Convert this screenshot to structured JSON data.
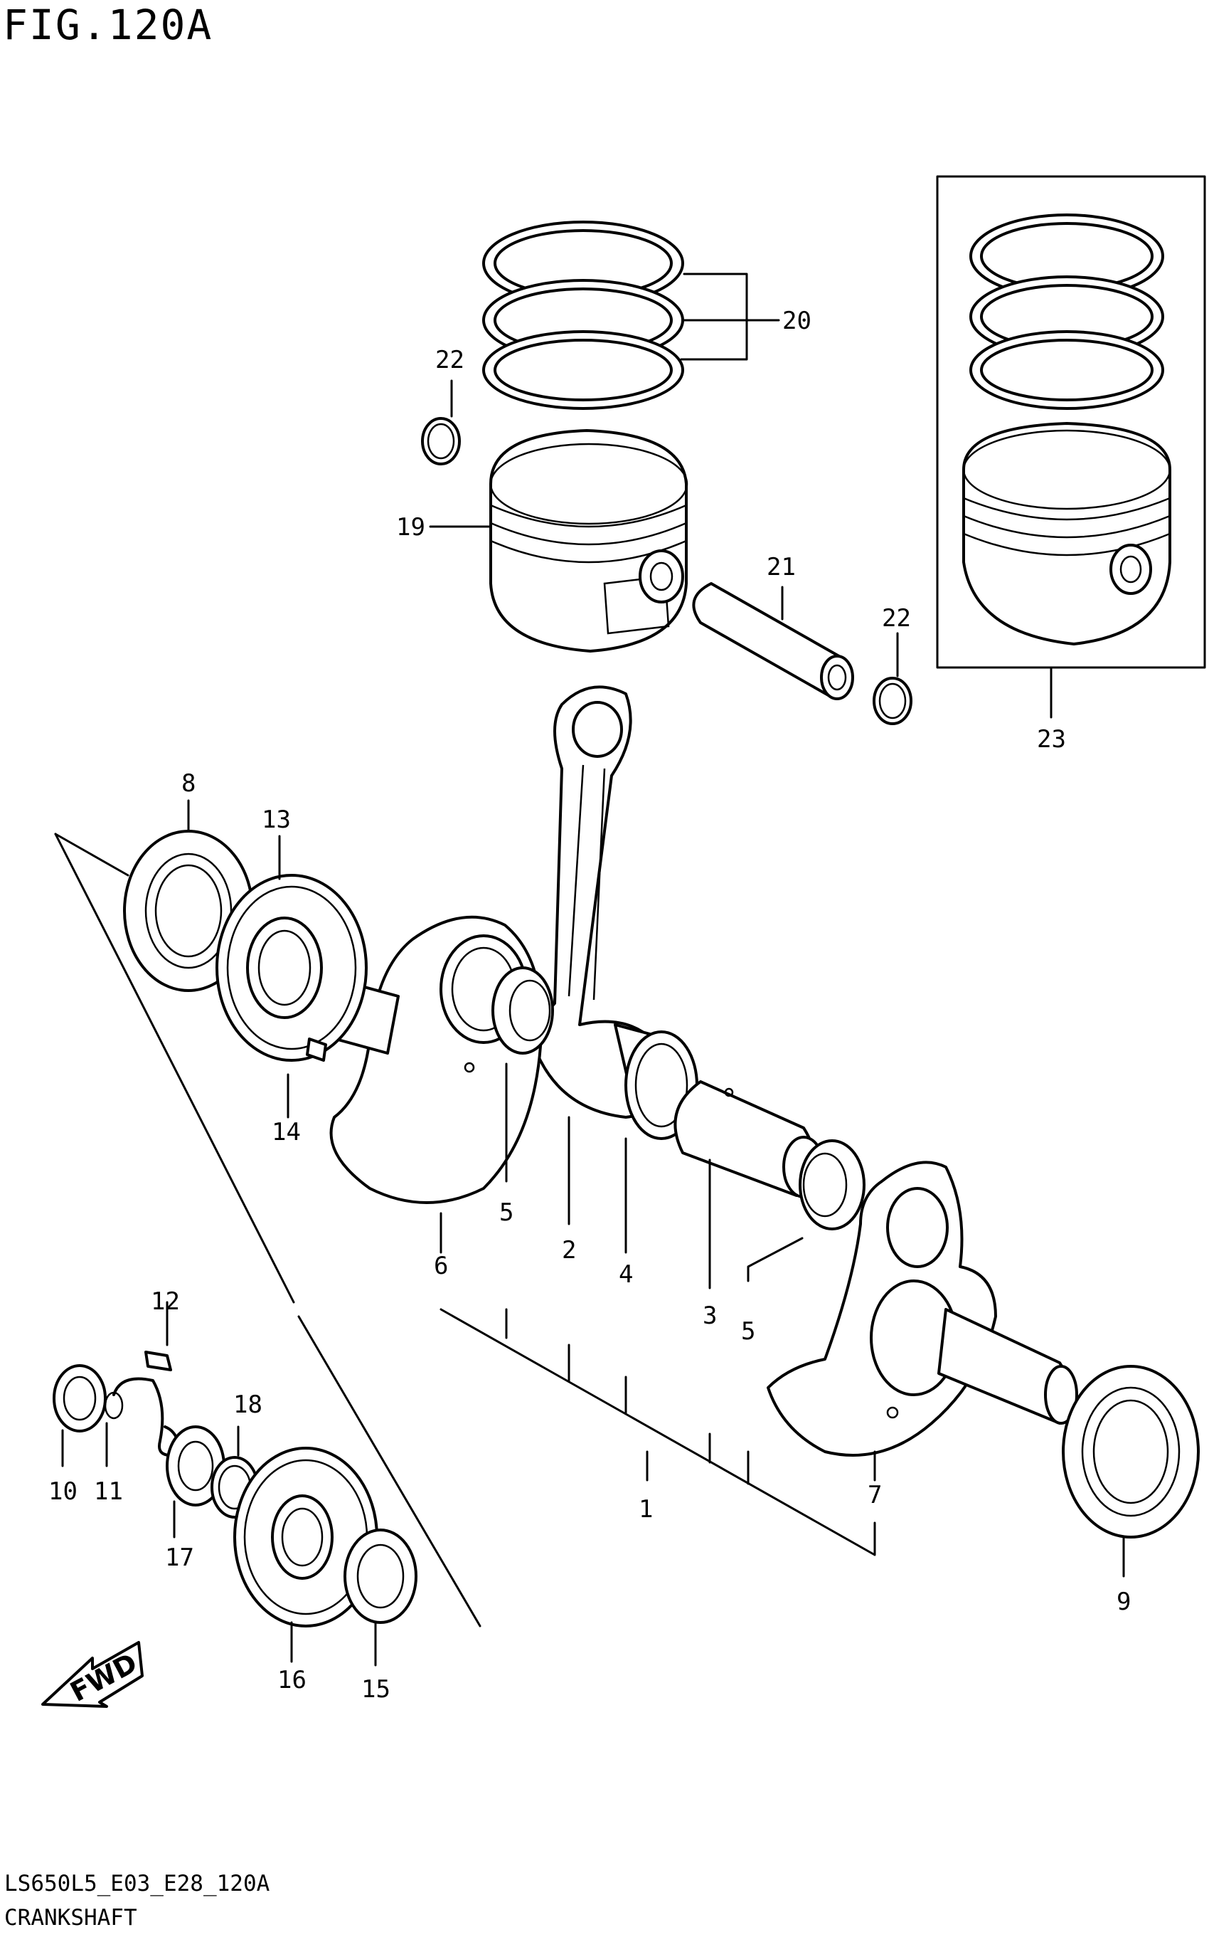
{
  "figure": {
    "title": "FIG.120A"
  },
  "footer": {
    "code": "LS650L5_E03_E28_120A",
    "name": "CRANKSHAFT"
  },
  "direction_marker": {
    "label": "FWD",
    "icon": "fwd-arrow-icon"
  },
  "callouts": [
    "1",
    "2",
    "3",
    "4",
    "5",
    "5",
    "6",
    "7",
    "8",
    "9",
    "10",
    "11",
    "12",
    "13",
    "14",
    "15",
    "16",
    "17",
    "18",
    "19",
    "20",
    "21",
    "22",
    "22",
    "23"
  ]
}
